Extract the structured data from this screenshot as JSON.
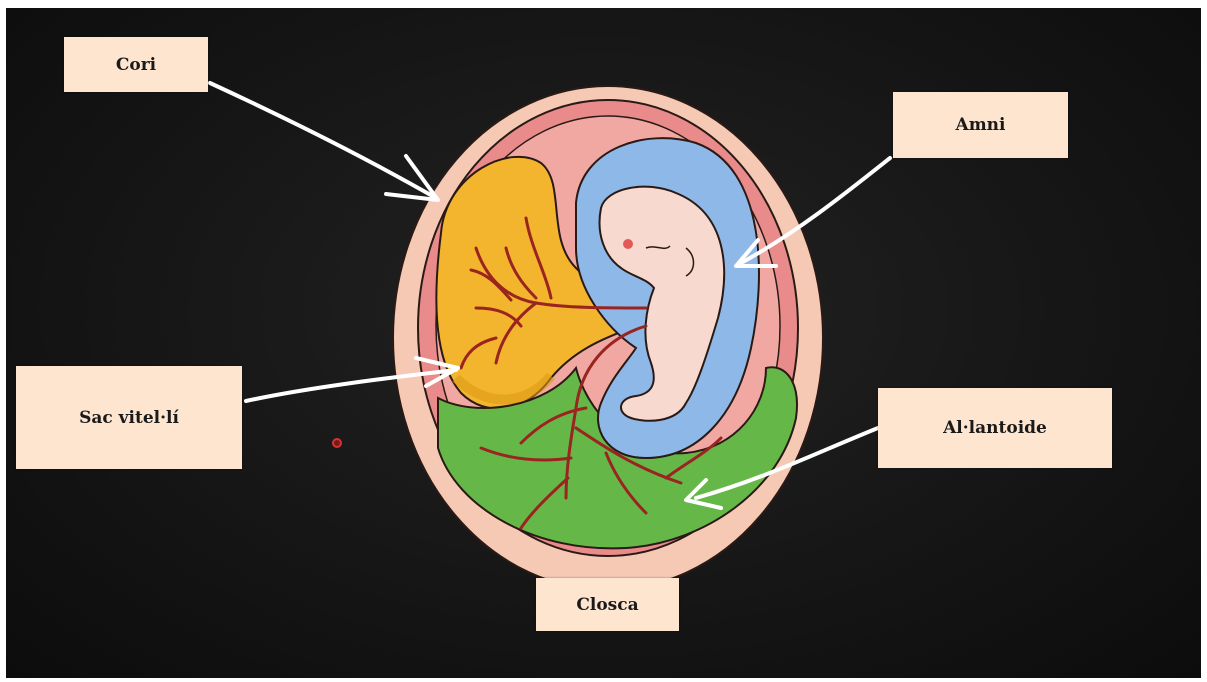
{
  "labels": {
    "chorion": "Cori",
    "amnion": "Amni",
    "yolk_sac": "Sac vitel·lí",
    "allantois": "Al·lantoide",
    "shell": "Closca"
  },
  "colors": {
    "board": "#161616",
    "label_bg": "#fde5cf",
    "shell": "#f6c9b4",
    "chorion_layer": "#e88b8a",
    "amnion": "#8db8e8",
    "embryo": "#f7d9cf",
    "yolk_sac": "#f3b42e",
    "allantois": "#65b847",
    "vessels": "#9a2420",
    "arrows": "#ffffff"
  }
}
